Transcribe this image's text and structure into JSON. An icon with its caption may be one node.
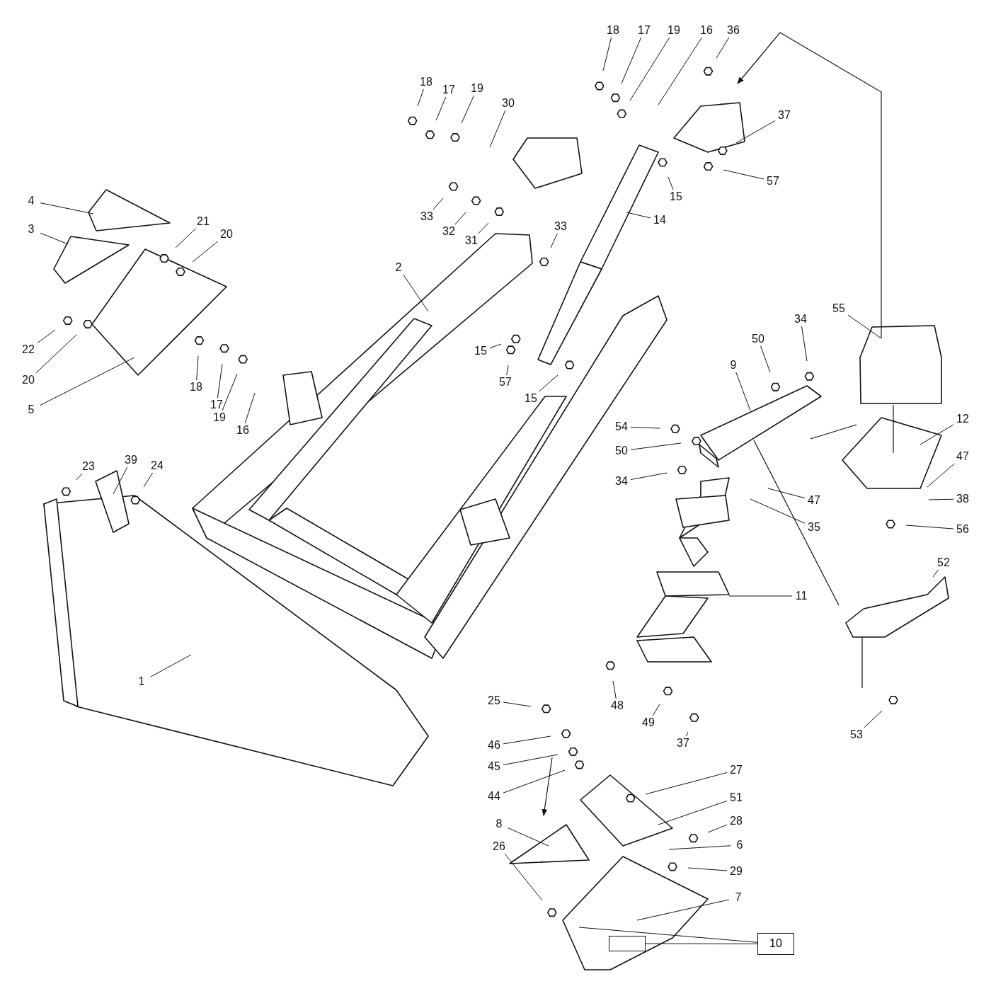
{
  "diagram": {
    "nodes": [
      {
        "text": [
          "18"
        ]
      },
      {
        "text": [
          "17"
        ]
      },
      {
        "text": [
          "19"
        ]
      },
      {
        "text": [
          "16"
        ]
      },
      {
        "text": [
          "36"
        ]
      },
      {
        "text": [
          "37"
        ]
      },
      {
        "text": [
          "57"
        ]
      },
      {
        "text": [
          "15"
        ]
      },
      {
        "text": [
          "14"
        ]
      },
      {
        "text": [
          "18"
        ]
      },
      {
        "text": [
          "17"
        ]
      },
      {
        "text": [
          "19"
        ]
      },
      {
        "text": [
          "30"
        ]
      },
      {
        "text": [
          "33"
        ]
      },
      {
        "text": [
          "32"
        ]
      },
      {
        "text": [
          "31"
        ]
      },
      {
        "text": [
          "33"
        ]
      },
      {
        "text": [
          "2"
        ]
      },
      {
        "text": [
          "15"
        ]
      },
      {
        "text": [
          "57"
        ]
      },
      {
        "text": [
          "15"
        ]
      },
      {
        "text": [
          "4"
        ]
      },
      {
        "text": [
          "3"
        ]
      },
      {
        "text": [
          "21"
        ]
      },
      {
        "text": [
          "20"
        ]
      },
      {
        "text": [
          "22"
        ]
      },
      {
        "text": [
          "20"
        ]
      },
      {
        "text": [
          "5"
        ]
      },
      {
        "text": [
          "18"
        ]
      },
      {
        "text": [
          "17"
        ]
      },
      {
        "text": [
          "19"
        ]
      },
      {
        "text": [
          "16"
        ]
      },
      {
        "text": [
          "23"
        ]
      },
      {
        "text": [
          "39"
        ]
      },
      {
        "text": [
          "24"
        ]
      },
      {
        "text": [
          "1"
        ]
      },
      {
        "text": [
          "34"
        ]
      },
      {
        "text": [
          "50"
        ]
      },
      {
        "text": [
          "9"
        ]
      },
      {
        "text": [
          "55"
        ]
      },
      {
        "text": [
          "54"
        ]
      },
      {
        "text": [
          "50"
        ]
      },
      {
        "text": [
          "34"
        ]
      },
      {
        "text": [
          "47"
        ]
      },
      {
        "text": [
          "35"
        ]
      },
      {
        "text": [
          "12"
        ]
      },
      {
        "text": [
          "47"
        ]
      },
      {
        "text": [
          "38"
        ]
      },
      {
        "text": [
          "56"
        ]
      },
      {
        "text": [
          "11"
        ]
      },
      {
        "text": [
          "52"
        ]
      },
      {
        "text": [
          "48"
        ]
      },
      {
        "text": [
          "49"
        ]
      },
      {
        "text": [
          "37"
        ]
      },
      {
        "text": [
          "53"
        ]
      },
      {
        "text": [
          "25"
        ]
      },
      {
        "text": [
          "46"
        ]
      },
      {
        "text": [
          "45"
        ]
      },
      {
        "text": [
          "44"
        ]
      },
      {
        "text": [
          "27"
        ]
      },
      {
        "text": [
          "51"
        ]
      },
      {
        "text": [
          "28"
        ]
      },
      {
        "text": [
          "6"
        ]
      },
      {
        "text": [
          "29"
        ]
      },
      {
        "text": [
          "8"
        ]
      },
      {
        "text": [
          "26"
        ]
      },
      {
        "text": [
          "7"
        ]
      },
      {
        "text": [
          "10"
        ]
      },
      {
        "text": [],
        "shape": "box"
      }
    ],
    "edges": [
      {
        "from": 0,
        "to": null,
        "arrow": "none"
      },
      {
        "from": 1,
        "to": null,
        "arrow": "none"
      },
      {
        "from": 2,
        "to": null,
        "arrow": "none"
      },
      {
        "from": 3,
        "to": null,
        "arrow": "none"
      },
      {
        "from": 4,
        "to": null,
        "arrow": "none"
      },
      {
        "from": 5,
        "to": null,
        "arrow": "none"
      },
      {
        "from": 6,
        "to": null,
        "arrow": "none"
      },
      {
        "from": 7,
        "to": null,
        "arrow": "none"
      },
      {
        "from": 8,
        "to": null,
        "arrow": "none"
      },
      {
        "from": 9,
        "to": null,
        "arrow": "none"
      },
      {
        "from": 10,
        "to": null,
        "arrow": "none"
      },
      {
        "from": 11,
        "to": null,
        "arrow": "none"
      },
      {
        "from": 12,
        "to": null,
        "arrow": "none"
      },
      {
        "from": 13,
        "to": null,
        "arrow": "none"
      },
      {
        "from": 14,
        "to": null,
        "arrow": "none"
      },
      {
        "from": 15,
        "to": null,
        "arrow": "none"
      },
      {
        "from": 16,
        "to": null,
        "arrow": "none"
      },
      {
        "from": 17,
        "to": null,
        "arrow": "none"
      },
      {
        "from": 18,
        "to": null,
        "arrow": "none"
      },
      {
        "from": 19,
        "to": null,
        "arrow": "none"
      },
      {
        "from": 20,
        "to": null,
        "arrow": "none"
      },
      {
        "from": 21,
        "to": null,
        "arrow": "none"
      },
      {
        "from": 22,
        "to": null,
        "arrow": "none"
      },
      {
        "from": 23,
        "to": null,
        "arrow": "none"
      },
      {
        "from": 24,
        "to": null,
        "arrow": "none"
      },
      {
        "from": 25,
        "to": null,
        "arrow": "none"
      },
      {
        "from": 26,
        "to": null,
        "arrow": "none"
      },
      {
        "from": 27,
        "to": null,
        "arrow": "none"
      },
      {
        "from": 28,
        "to": null,
        "arrow": "none"
      },
      {
        "from": 29,
        "to": null,
        "arrow": "none"
      },
      {
        "from": 30,
        "to": null,
        "arrow": "none"
      },
      {
        "from": 31,
        "to": null,
        "arrow": "none"
      },
      {
        "from": 32,
        "to": null,
        "arrow": "none"
      },
      {
        "from": 33,
        "to": null,
        "arrow": "none"
      },
      {
        "from": 34,
        "to": null,
        "arrow": "none"
      },
      {
        "from": 35,
        "to": null,
        "arrow": "none"
      },
      {
        "from": 36,
        "to": null,
        "arrow": "none"
      },
      {
        "from": 37,
        "to": null,
        "arrow": "none"
      },
      {
        "from": 38,
        "to": null,
        "arrow": "none"
      },
      {
        "from": 39,
        "to": null,
        "arrow": "none"
      },
      {
        "from": 40,
        "to": null,
        "arrow": "none"
      },
      {
        "from": 41,
        "to": null,
        "arrow": "none"
      },
      {
        "from": 42,
        "to": null,
        "arrow": "none"
      },
      {
        "from": 43,
        "to": null,
        "arrow": "none"
      },
      {
        "from": 44,
        "to": null,
        "arrow": "none"
      },
      {
        "from": 45,
        "to": null,
        "arrow": "none"
      },
      {
        "from": 46,
        "to": null,
        "arrow": "none"
      },
      {
        "from": 47,
        "to": null,
        "arrow": "none"
      },
      {
        "from": 48,
        "to": null,
        "arrow": "none"
      },
      {
        "from": 49,
        "to": null,
        "arrow": "none"
      },
      {
        "from": 50,
        "to": null,
        "arrow": "none"
      },
      {
        "from": 51,
        "to": null,
        "arrow": "none"
      },
      {
        "from": 52,
        "to": null,
        "arrow": "none"
      },
      {
        "from": 53,
        "to": null,
        "arrow": "none"
      },
      {
        "from": 54,
        "to": null,
        "arrow": "none"
      },
      {
        "from": 55,
        "to": null,
        "arrow": "none"
      },
      {
        "from": 56,
        "to": null,
        "arrow": "none"
      },
      {
        "from": 57,
        "to": null,
        "arrow": "none"
      },
      {
        "from": 58,
        "to": null,
        "arrow": "none"
      },
      {
        "from": 59,
        "to": null,
        "arrow": "none"
      },
      {
        "from": 60,
        "to": null,
        "arrow": "none"
      },
      {
        "from": 61,
        "to": null,
        "arrow": "none"
      },
      {
        "from": 62,
        "to": null,
        "arrow": "none"
      },
      {
        "from": 63,
        "to": null,
        "arrow": "none"
      },
      {
        "from": 64,
        "to": null,
        "arrow": "none"
      },
      {
        "from": 65,
        "to": null,
        "arrow": "none"
      },
      {
        "from": 66,
        "to": null,
        "arrow": "none"
      },
      {
        "from": 67,
        "to": 68,
        "arrow": "none"
      },
      {
        "from": 67,
        "to": null,
        "arrow": "none"
      }
    ]
  }
}
